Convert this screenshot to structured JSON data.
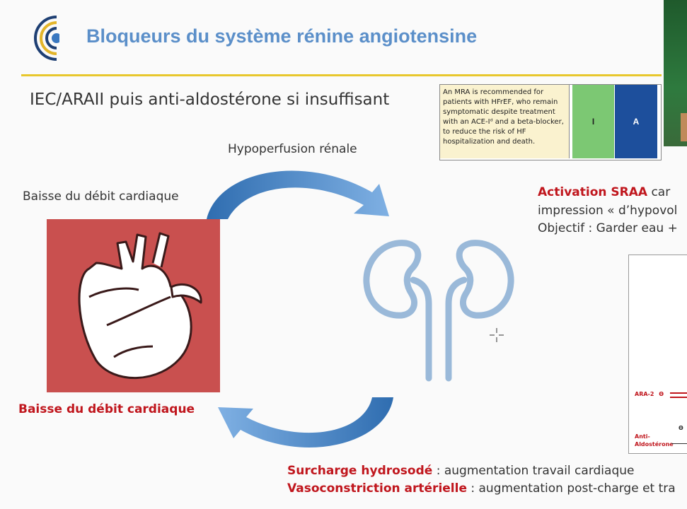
{
  "slide": {
    "title": "Bloqueurs du système rénine angiotensine",
    "subtitle": "IEC/ARAII puis anti-aldostérone si insuffisant"
  },
  "guideline_table": {
    "recommendation": "An MRA is recommended for patients with HFrEF, who remain symptomatic despite treatment with an ACE-Iᵈ and a beta-blocker, to reduce the risk of HF hospitalization and death.",
    "class": "I",
    "level": "A",
    "class_color": "#7cc873",
    "level_color": "#1d4f9c"
  },
  "diagram": {
    "label_top_arrow": "Hypoperfusion rénale",
    "label_heart_top": "Baisse du débit cardiaque",
    "label_heart_bottom": "Baisse du débit cardiaque",
    "activation": {
      "highlight": "Activation SRAA",
      "rest": " car",
      "line2": "impression « d’hypovol",
      "line3": "Objectif : Garder eau +"
    },
    "bottom": {
      "line1_highlight": "Surcharge hydrosodé",
      "line1_rest": " : augmentation travail cardiaque",
      "line2_highlight": "Vasoconstriction artérielle",
      "line2_rest": " : augmentation post-charge et tra"
    },
    "side_panel": {
      "ara2": "ARA-2",
      "anti": "Anti-",
      "aldosterone": "Aldostérone",
      "minus_symbol": "Θ"
    }
  },
  "colors": {
    "title": "#5b8fc9",
    "accent_rule": "#e8c72c",
    "heart_box": "#c9504f",
    "kidney": "#9ab9d9",
    "arrow": "#4a86c8",
    "highlight_red": "#c0161d"
  },
  "icons": [
    "logo-icon",
    "heart-icon",
    "kidney-icon",
    "arrow-curved-icon",
    "crosshair-cursor-icon"
  ]
}
